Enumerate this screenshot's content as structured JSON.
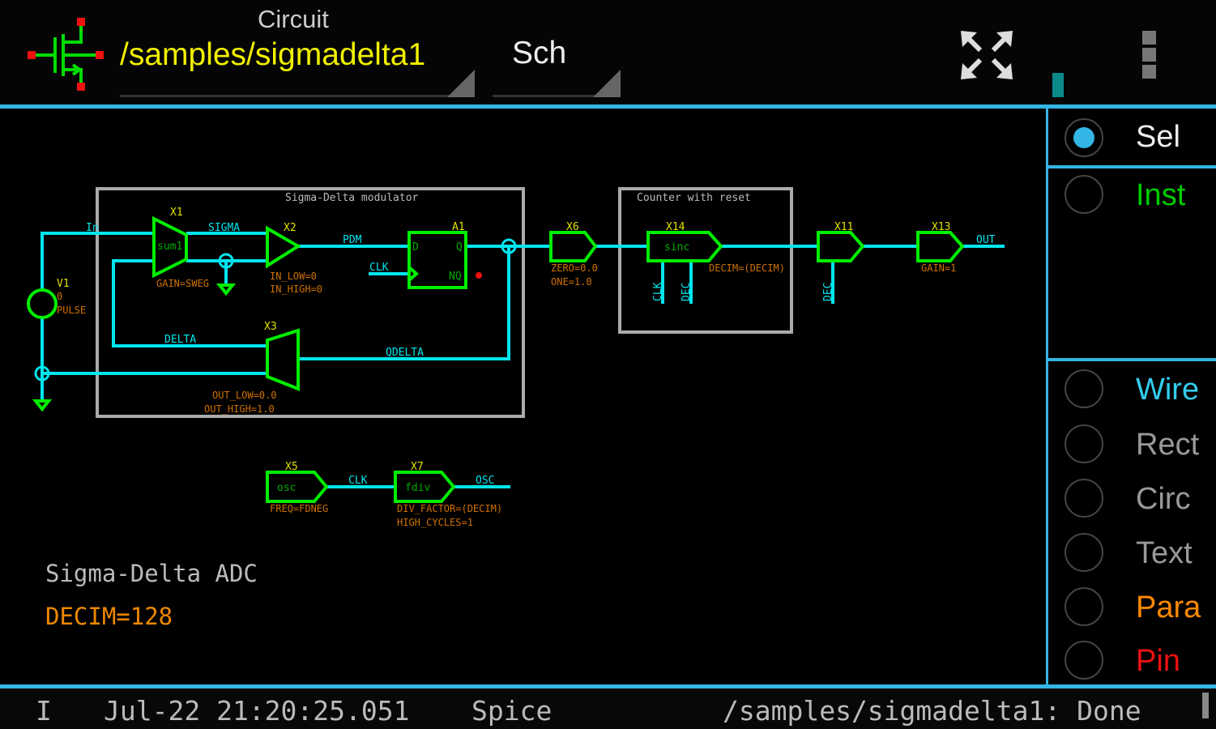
{
  "topbar": {
    "app_icon": "mosfet-transistor-icon",
    "circuit_caption": "Circuit",
    "circuit_path": "/samples/sigmadelta1",
    "view_mode": "Sch",
    "fullscreen_icon": "expand-arrows-icon",
    "menu_icon": "overflow-menu-icon"
  },
  "tools": {
    "items": [
      {
        "label": "Sel",
        "selected": true,
        "color": "#eeeeee"
      },
      {
        "label": "Inst",
        "selected": false,
        "color": "#00cc00"
      },
      {
        "label": "Wire",
        "selected": false,
        "color": "#33ccee"
      },
      {
        "label": "Rect",
        "selected": false,
        "color": "#999999"
      },
      {
        "label": "Circ",
        "selected": false,
        "color": "#999999"
      },
      {
        "label": "Text",
        "selected": false,
        "color": "#999999"
      },
      {
        "label": "Para",
        "selected": false,
        "color": "#ff8800"
      },
      {
        "label": "Pin",
        "selected": false,
        "color": "#ee1111"
      }
    ]
  },
  "schematic": {
    "boxes": [
      "Sigma-Delta modulator",
      "Counter with reset"
    ],
    "instances": {
      "V1": {
        "name": "V1",
        "params": [
          "0",
          "PULSE"
        ]
      },
      "X1": {
        "name": "X1",
        "inner": "sum1",
        "params": [
          "GAIN=SWEG"
        ]
      },
      "X2": {
        "name": "X2",
        "params": [
          "IN_LOW=0",
          "IN_HIGH=0"
        ]
      },
      "A1": {
        "name": "A1",
        "pins": [
          "D",
          "Q",
          "NQ"
        ]
      },
      "X3": {
        "name": "X3",
        "params": [
          "OUT_LOW=0.0",
          "OUT_HIGH=1.0"
        ]
      },
      "X6": {
        "name": "X6",
        "params": [
          "ZERO=0.0",
          "ONE=1.0"
        ]
      },
      "X14": {
        "name": "X14",
        "inner": "sinc",
        "params": [
          "DECIM=(DECIM)"
        ]
      },
      "X11": {
        "name": "X11"
      },
      "X13": {
        "name": "X13",
        "params": [
          "GAIN=1"
        ]
      },
      "X5": {
        "name": "X5",
        "inner": "osc",
        "params": [
          "FREQ=FDNEG"
        ]
      },
      "X7": {
        "name": "X7",
        "inner": "fdiv",
        "params": [
          "DIV_FACTOR=(DECIM)",
          "HIGH_CYCLES=1"
        ]
      }
    },
    "nets": {
      "in": "In",
      "sigma": "SIGMA",
      "pdm": "PDM",
      "clk": "CLK",
      "delta": "DELTA",
      "qdelta": "QDELTA",
      "out": "OUT",
      "dec": "DEC",
      "osc": "OSC"
    },
    "title_text": "Sigma-Delta ADC",
    "param_text": "DECIM=128"
  },
  "status": {
    "level": "I",
    "timestamp": "Jul-22 21:20:25.051",
    "tool": "Spice",
    "message": "/samples/sigmadelta1: Done"
  },
  "colors": {
    "accent": "#33b5e5",
    "wire": "#00e5ee",
    "symbol": "#00ee00",
    "param": "#d07000",
    "instance": "#e0e000"
  }
}
